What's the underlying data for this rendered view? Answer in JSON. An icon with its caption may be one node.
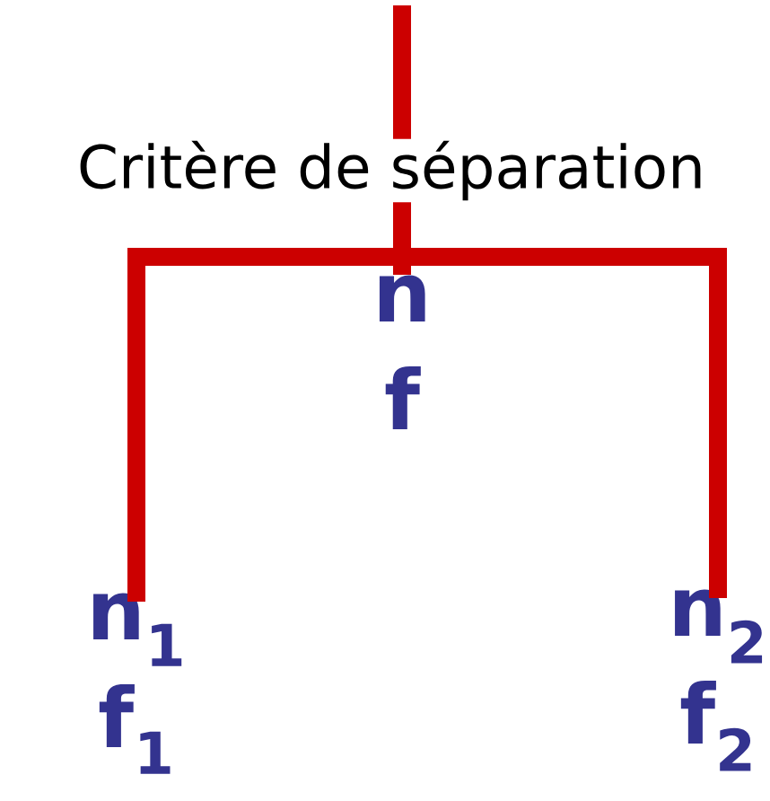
{
  "diagram": {
    "nodes": [
      {
        "text": [
          "n",
          "f"
        ]
      },
      {
        "text": [
          "n$_{1}$",
          "f$_{1}$"
        ]
      },
      {
        "text": [
          "n$_{2}$",
          "f$_{2}$"
        ]
      }
    ],
    "edges": [
      {
        "from": null,
        "to": 0,
        "arrow": "none",
        "label": "Critère de séparation"
      },
      {
        "from": 0,
        "to": 1,
        "arrow": "none"
      },
      {
        "from": 0,
        "to": 2,
        "arrow": "none"
      }
    ]
  }
}
